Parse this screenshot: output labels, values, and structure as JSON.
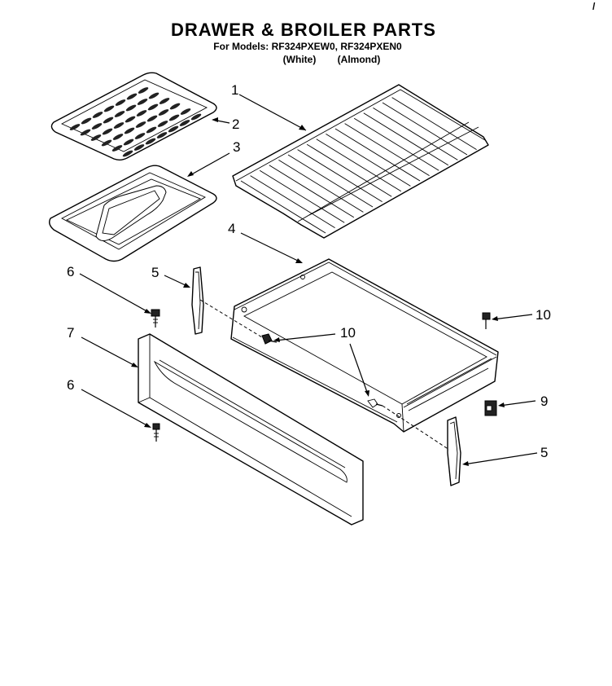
{
  "header": {
    "title": "DRAWER & BROILER PARTS",
    "models_line": "For Models: RF324PXEW0, RF324PXEN0",
    "color_white": "(White)",
    "color_almond": "(Almond)"
  },
  "callouts": {
    "c1": "1",
    "c2": "2",
    "c3": "3",
    "c4": "4",
    "c5_left": "5",
    "c5_right": "5",
    "c6_top": "6",
    "c6_bottom": "6",
    "c7": "7",
    "c9": "9",
    "c10_mid": "10",
    "c10_right": "10"
  },
  "corner_mark": "/"
}
